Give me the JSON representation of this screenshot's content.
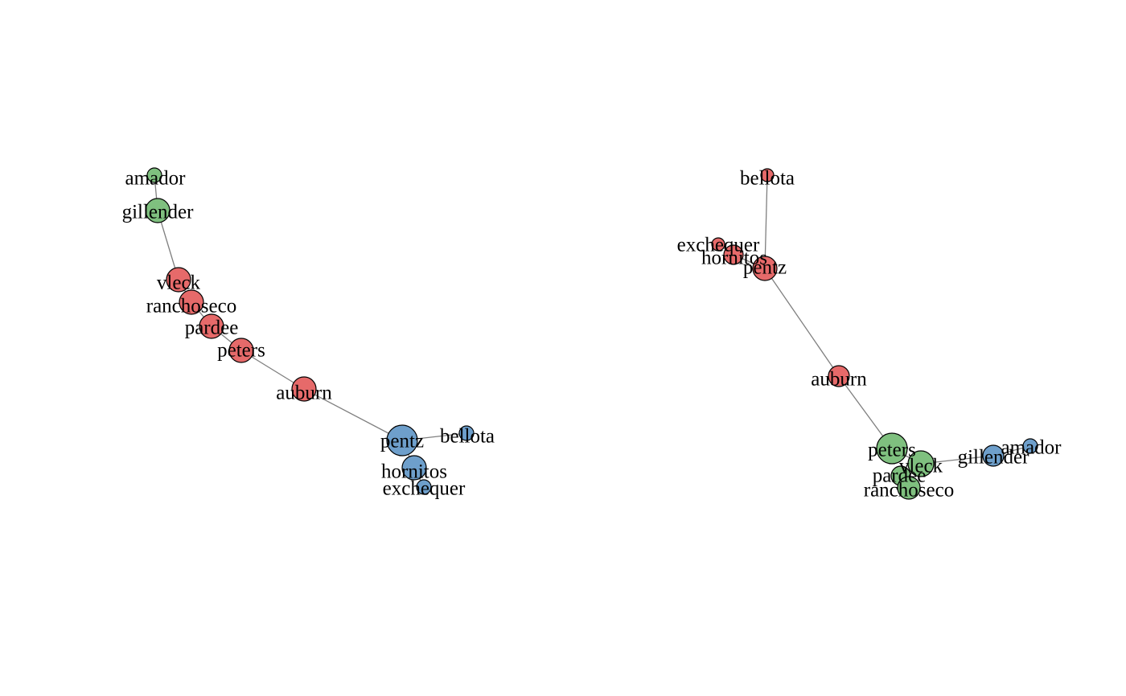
{
  "colors": {
    "red": "#E66A6A",
    "green": "#7FC07F",
    "blue": "#6E9FCB",
    "edge": "#7F7F7F",
    "stroke": "#000000"
  },
  "networks": [
    {
      "nodes": [
        {
          "id": "amador",
          "label": "amador",
          "group": "green"
        },
        {
          "id": "gillender",
          "label": "gillender",
          "group": "green"
        },
        {
          "id": "vleck",
          "label": "vleck",
          "group": "red"
        },
        {
          "id": "ranchoseco",
          "label": "ranchoseco",
          "group": "red"
        },
        {
          "id": "pardee",
          "label": "pardee",
          "group": "red"
        },
        {
          "id": "peters",
          "label": "peters",
          "group": "red"
        },
        {
          "id": "auburn",
          "label": "auburn",
          "group": "red"
        },
        {
          "id": "pentz",
          "label": "pentz",
          "group": "blue"
        },
        {
          "id": "bellota",
          "label": "bellota",
          "group": "blue"
        },
        {
          "id": "hornitos",
          "label": "hornitos",
          "group": "blue"
        },
        {
          "id": "exchequer",
          "label": "exchequer",
          "group": "blue"
        }
      ],
      "edges": [
        [
          "amador",
          "gillender"
        ],
        [
          "gillender",
          "vleck"
        ],
        [
          "vleck",
          "ranchoseco"
        ],
        [
          "ranchoseco",
          "pardee"
        ],
        [
          "pardee",
          "peters"
        ],
        [
          "peters",
          "auburn"
        ],
        [
          "auburn",
          "pentz"
        ],
        [
          "pentz",
          "bellota"
        ],
        [
          "pentz",
          "hornitos"
        ],
        [
          "hornitos",
          "exchequer"
        ]
      ]
    },
    {
      "nodes": [
        {
          "id": "bellota",
          "label": "bellota",
          "group": "red"
        },
        {
          "id": "exchequer",
          "label": "exchequer",
          "group": "red"
        },
        {
          "id": "hornitos",
          "label": "hornitos",
          "group": "red"
        },
        {
          "id": "pentz",
          "label": "pentz",
          "group": "red"
        },
        {
          "id": "auburn",
          "label": "auburn",
          "group": "red"
        },
        {
          "id": "peters",
          "label": "peters",
          "group": "green"
        },
        {
          "id": "vleck",
          "label": "vleck",
          "group": "green"
        },
        {
          "id": "pardee",
          "label": "pardee",
          "group": "green"
        },
        {
          "id": "ranchoseco",
          "label": "ranchoseco",
          "group": "green"
        },
        {
          "id": "gillender",
          "label": "gillender",
          "group": "blue"
        },
        {
          "id": "amador",
          "label": "amador",
          "group": "blue"
        }
      ],
      "edges": [
        [
          "bellota",
          "pentz"
        ],
        [
          "exchequer",
          "hornitos"
        ],
        [
          "hornitos",
          "pentz"
        ],
        [
          "pentz",
          "auburn"
        ],
        [
          "auburn",
          "peters"
        ],
        [
          "peters",
          "vleck"
        ],
        [
          "vleck",
          "pardee"
        ],
        [
          "pardee",
          "ranchoseco"
        ],
        [
          "vleck",
          "gillender"
        ],
        [
          "gillender",
          "amador"
        ]
      ]
    }
  ]
}
